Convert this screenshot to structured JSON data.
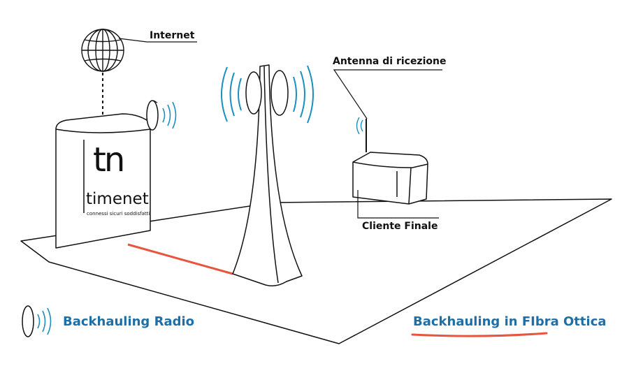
{
  "colors": {
    "stroke": "#111111",
    "wave": "#1a8fc0",
    "fiber": "#e8553e",
    "legend_text": "#1d6fa5"
  },
  "labels": {
    "internet": "Internet",
    "antenna": "Antenna di ricezione",
    "client": "Cliente Finale"
  },
  "brand": {
    "logo_mark": "tn",
    "name": "timenet",
    "tagline": "connessi sicuri soddisfatti"
  },
  "legend": {
    "radio": "Backhauling Radio",
    "fiber": "Backhauling in FIbra Ottica"
  },
  "icons": [
    "globe-icon",
    "radio-dish-icon",
    "signal-waves-icon",
    "antenna-icon"
  ]
}
